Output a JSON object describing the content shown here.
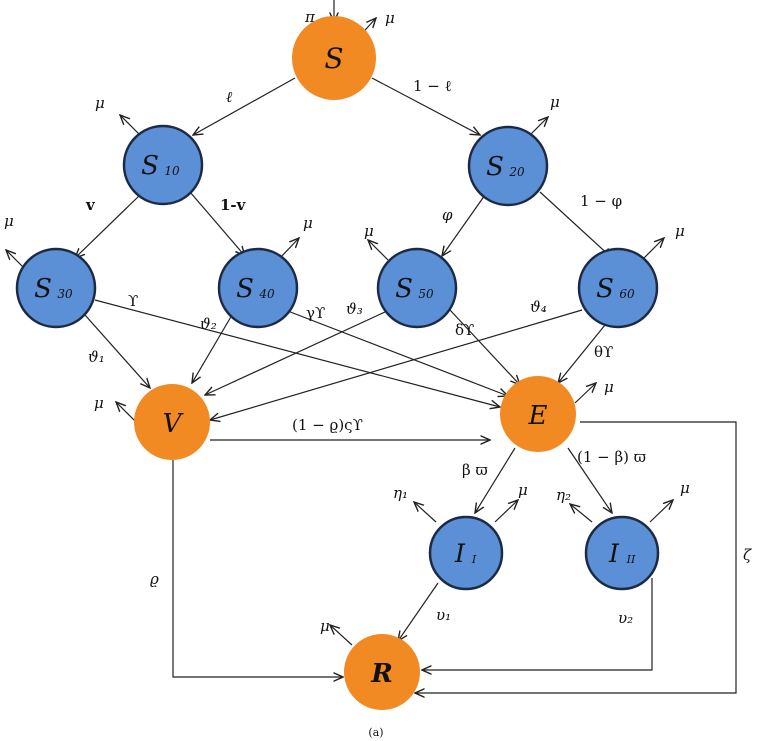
{
  "caption": "(a)",
  "colors": {
    "susceptible": "#5b8fd6",
    "compartment": "#f28a24",
    "stroke": "#1c2a44"
  },
  "nodes": {
    "S": {
      "label": "S",
      "sub": "",
      "color": "orange"
    },
    "S10": {
      "label": "S",
      "sub": "10",
      "color": "blue"
    },
    "S20": {
      "label": "S",
      "sub": "20",
      "color": "blue"
    },
    "S30": {
      "label": "S",
      "sub": "30",
      "color": "blue"
    },
    "S40": {
      "label": "S",
      "sub": "40",
      "color": "blue"
    },
    "S50": {
      "label": "S",
      "sub": "50",
      "color": "blue"
    },
    "S60": {
      "label": "S",
      "sub": "60",
      "color": "blue"
    },
    "V": {
      "label": "V",
      "sub": "",
      "color": "orange"
    },
    "E": {
      "label": "E",
      "sub": "",
      "color": "orange"
    },
    "I1": {
      "label": "I",
      "sub": "I",
      "color": "blue"
    },
    "I2": {
      "label": "I",
      "sub": "II",
      "color": "blue"
    },
    "R": {
      "label": "R",
      "sub": "",
      "color": "orange"
    }
  },
  "edge_labels": {
    "pi": "π",
    "mu": "μ",
    "ell": "ℓ",
    "one_minus_ell": "1 − ℓ",
    "v": "v",
    "one_minus_v": "1-v",
    "phi": "φ",
    "one_minus_phi": "1 − φ",
    "upsilon": "ϒ",
    "theta1": "ϑ₁",
    "theta2": "ϑ₂",
    "theta3": "ϑ₃",
    "theta4": "ϑ₄",
    "gamma_upsilon": "γϒ",
    "delta_upsilon": "δϒ",
    "theta_upsilon": "θϒ",
    "v_to_e": "(1 − ϱ)ςϒ",
    "beta_omega": "β ϖ",
    "one_minus_beta_omega": "(1 − β) ϖ",
    "eta1": "η₁",
    "eta2": "η₂",
    "rho": "ϱ",
    "upsilon1": "υ₁",
    "upsilon2": "υ₂",
    "zeta": "ζ"
  }
}
